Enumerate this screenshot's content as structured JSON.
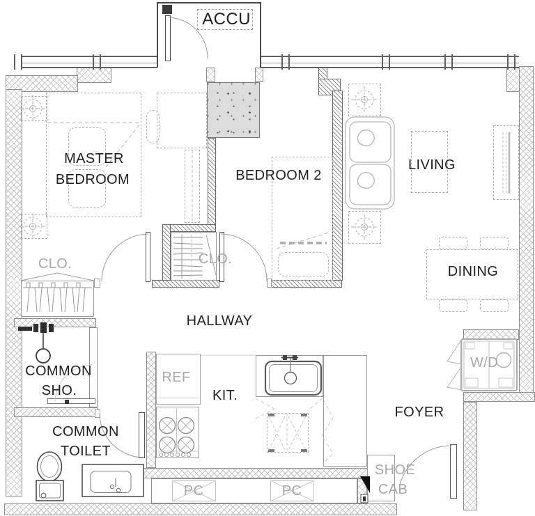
{
  "floor_plan": {
    "rooms": {
      "accu": "ACCU",
      "master_bedroom": [
        "MASTER",
        "BEDROOM"
      ],
      "bedroom_2": "BEDROOM 2",
      "living": "LIVING",
      "dining": "DINING",
      "hallway": "HALLWAY",
      "foyer": "FOYER",
      "kitchen": "KIT.",
      "common_shower": [
        "COMMON",
        "SHO."
      ],
      "common_toilet": [
        "COMMON",
        "TOILET"
      ]
    },
    "fixtures": {
      "closet_master": "CLO.",
      "closet_hallway": "CLO.",
      "refrigerator": "REF",
      "washer_dryer": "W/D",
      "shoe_cabinet": [
        "SHOE",
        "CAB"
      ],
      "pipe_chase": "PC"
    },
    "colors": {
      "label_black": "#1f1f1f",
      "label_gray": "#a8a8a8",
      "wall_line": "#8f8f8f",
      "crosshatch_line": "#c4c4c4",
      "partition_hatch": "#8d8d8d",
      "concrete_fill": "#dcdcdc",
      "furniture_dash": "#b0b0b0"
    }
  }
}
